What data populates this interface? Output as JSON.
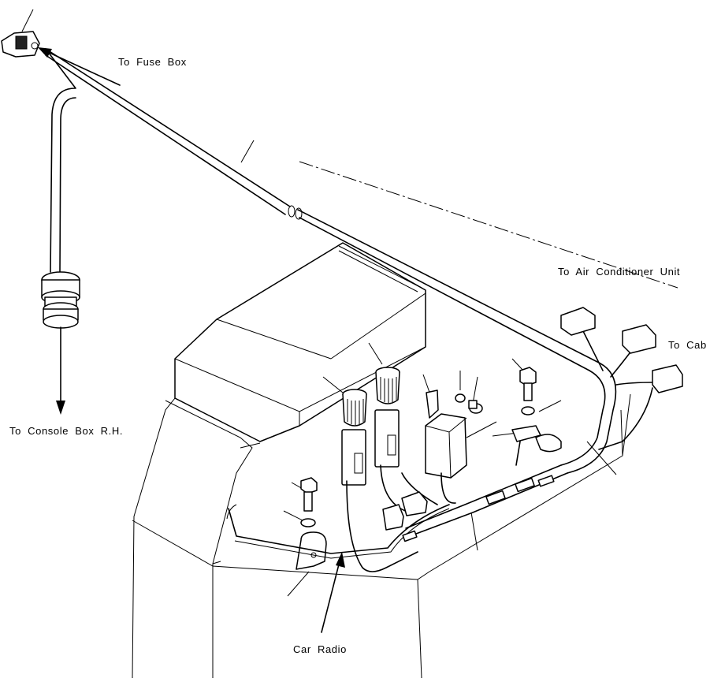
{
  "labels": {
    "fuse_box": "To Fuse Box",
    "air_conditioner": "To Air Conditioner Unit",
    "cab": "To Cab",
    "console_box": "To Console Box R.H.",
    "car_radio": "Car Radio"
  }
}
